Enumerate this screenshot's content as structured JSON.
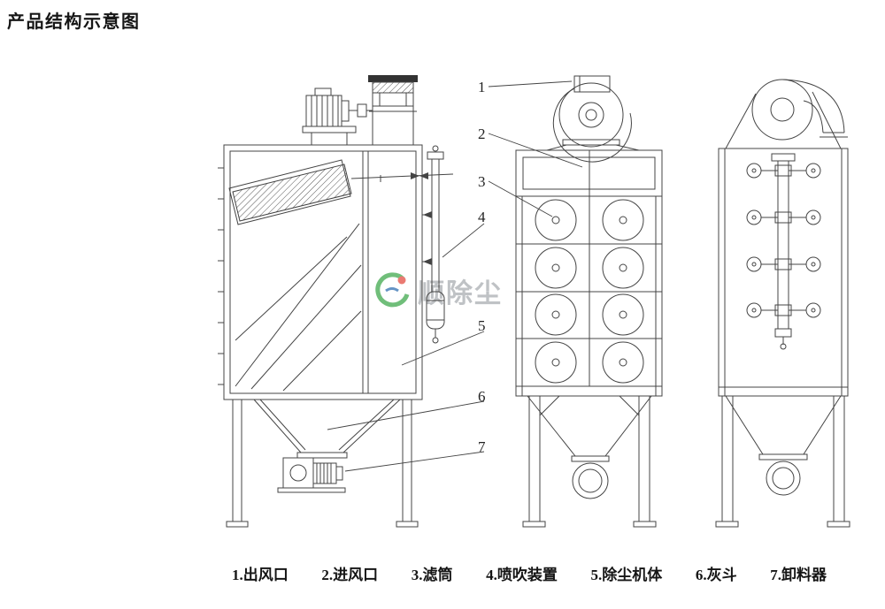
{
  "title": "产品结构示意图",
  "callouts": [
    "1",
    "2",
    "3",
    "4",
    "5",
    "6",
    "7"
  ],
  "legend": {
    "items": [
      {
        "label": "1.出风口"
      },
      {
        "label": "2.进风口"
      },
      {
        "label": "3.滤筒"
      },
      {
        "label": "4.喷吹装置"
      },
      {
        "label": "5.除尘机体"
      },
      {
        "label": "6.灰斗"
      },
      {
        "label": "7.卸料器"
      }
    ]
  },
  "watermark": {
    "text": "顺除尘"
  },
  "colors": {
    "line": "#444444",
    "watermark_green": "#3aa648",
    "watermark_red": "#e2483d",
    "watermark_text": "#a7abb0"
  }
}
